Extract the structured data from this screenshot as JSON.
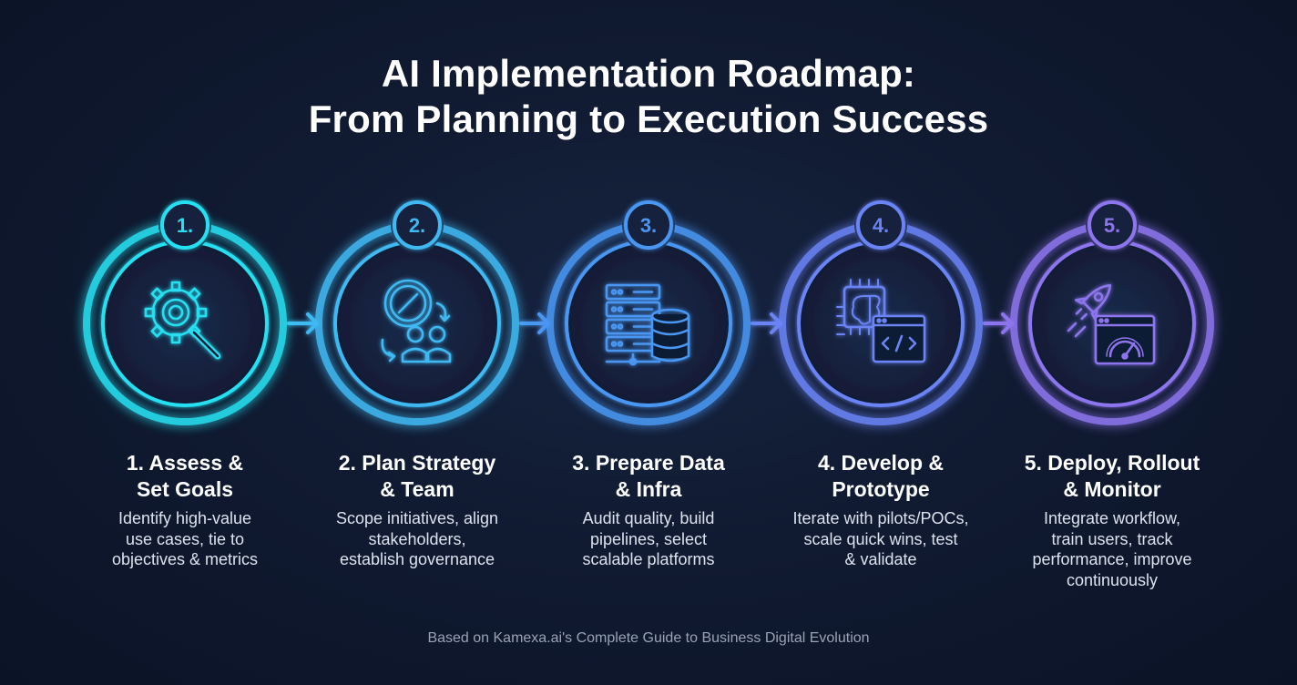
{
  "title": {
    "line1": "AI Implementation Roadmap:",
    "line2": "From Planning to Execution Success"
  },
  "steps": [
    {
      "badge": "1.",
      "heading": [
        "1. Assess &",
        "Set Goals"
      ],
      "description": [
        "Identify high-value",
        "use cases, tie to",
        "objectives & metrics"
      ],
      "icon": "gear-magnifier-icon",
      "color": "#27dff0"
    },
    {
      "badge": "2.",
      "heading": [
        "2. Plan Strategy",
        "& Team"
      ],
      "description": [
        "Scope initiatives, align",
        "stakeholders,",
        "establish governance"
      ],
      "icon": "compass-team-icon",
      "color": "#3fb9f2"
    },
    {
      "badge": "3.",
      "heading": [
        "3. Prepare Data",
        "& Infra"
      ],
      "description": [
        "Audit quality, build",
        "pipelines, select",
        "scalable platforms"
      ],
      "icon": "server-database-icon",
      "color": "#4a97f2"
    },
    {
      "badge": "4.",
      "heading": [
        "4. Develop &",
        "Prototype"
      ],
      "description": [
        "Iterate with pilots/POCs,",
        "scale quick wins, test",
        "& validate"
      ],
      "icon": "ai-chip-code-icon",
      "color": "#6b83f5"
    },
    {
      "badge": "5.",
      "heading": [
        "5. Deploy, Rollout",
        "& Monitor"
      ],
      "description": [
        "Integrate workflow,",
        "train users, track",
        "performance, improve",
        "continuously"
      ],
      "icon": "rocket-gauge-icon",
      "color": "#8d74ee"
    }
  ],
  "footer": "Based on Kamexa.ai's Complete Guide to Business Digital Evolution"
}
